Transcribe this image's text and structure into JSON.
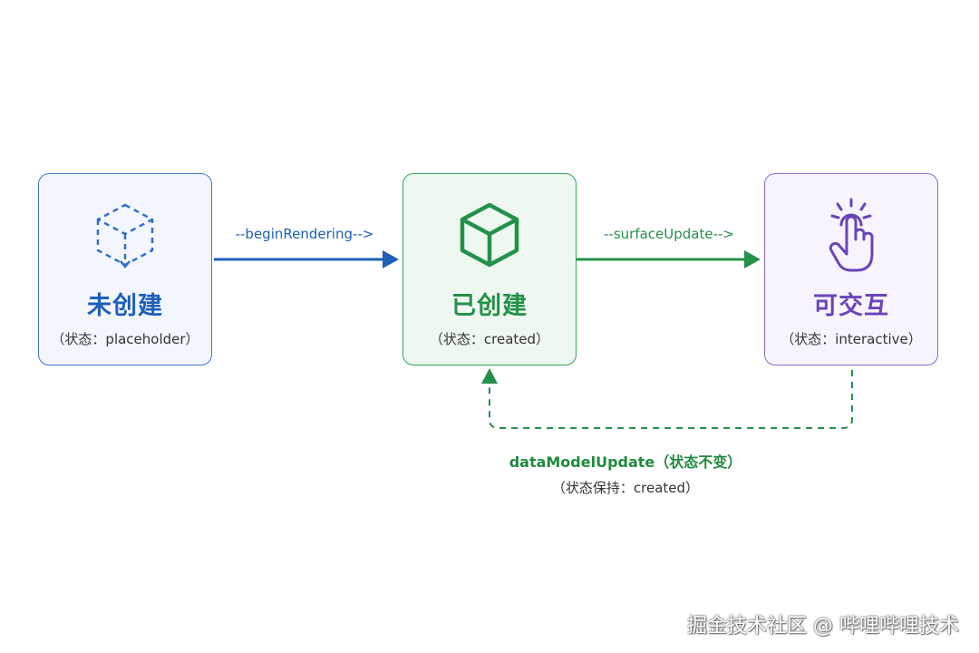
{
  "states": [
    {
      "title": "未创建",
      "subtitle": "（状态：placeholder）",
      "icon": "dashed-cube-icon",
      "color": "#1e5fb8"
    },
    {
      "title": "已创建",
      "subtitle": "（状态：created）",
      "icon": "cube-icon",
      "color": "#24914a"
    },
    {
      "title": "可交互",
      "subtitle": "（状态：interactive）",
      "icon": "tap-hand-icon",
      "color": "#6a44b8"
    }
  ],
  "transitions": {
    "begin_rendering": "--beginRendering-->",
    "surface_update": "--surfaceUpdate-->",
    "data_model_update": "dataModelUpdate（状态不变）",
    "data_model_update_note": "（状态保持：created）"
  },
  "watermark": "掘金技术社区 @ 哔哩哔哩技术"
}
